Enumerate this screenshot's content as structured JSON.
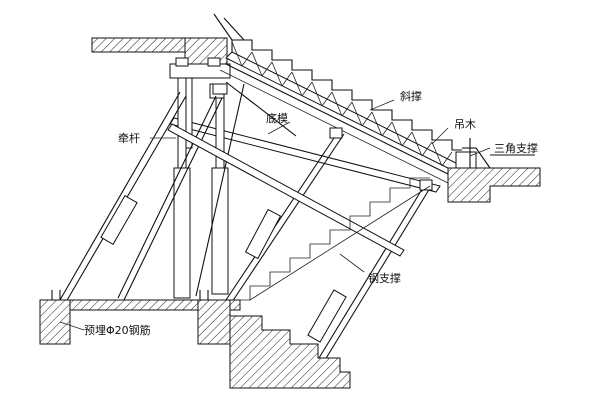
{
  "labels": {
    "diagonal_brace": "斜撑",
    "hanging_timber": "吊木",
    "triangle_support": "三角支撑",
    "tie_rod": "牵杆",
    "bottom_joist": "底模",
    "steel_brace": "钢支撑",
    "embedded_rebar": "预埋Φ20钢筋"
  }
}
